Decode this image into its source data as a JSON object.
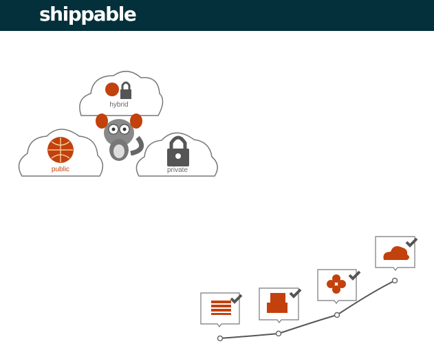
{
  "header": {
    "logo": "shippable",
    "background": "#03303a"
  },
  "hero": {
    "clouds": [
      {
        "label": "hybrid",
        "icons": [
          "globe-icon",
          "lock-icon"
        ]
      },
      {
        "label": "public",
        "icons": [
          "globe-icon"
        ]
      },
      {
        "label": "private",
        "icons": [
          "lock-icon"
        ]
      }
    ],
    "mascot": "mascot-lemur"
  },
  "steps": {
    "items": [
      {
        "icon": "firewall-icon"
      },
      {
        "icon": "containers-icon"
      },
      {
        "icon": "cluster-icon"
      },
      {
        "icon": "cloud-icon"
      }
    ]
  },
  "colors": {
    "accent": "#c2410c",
    "grey": "#555555"
  }
}
